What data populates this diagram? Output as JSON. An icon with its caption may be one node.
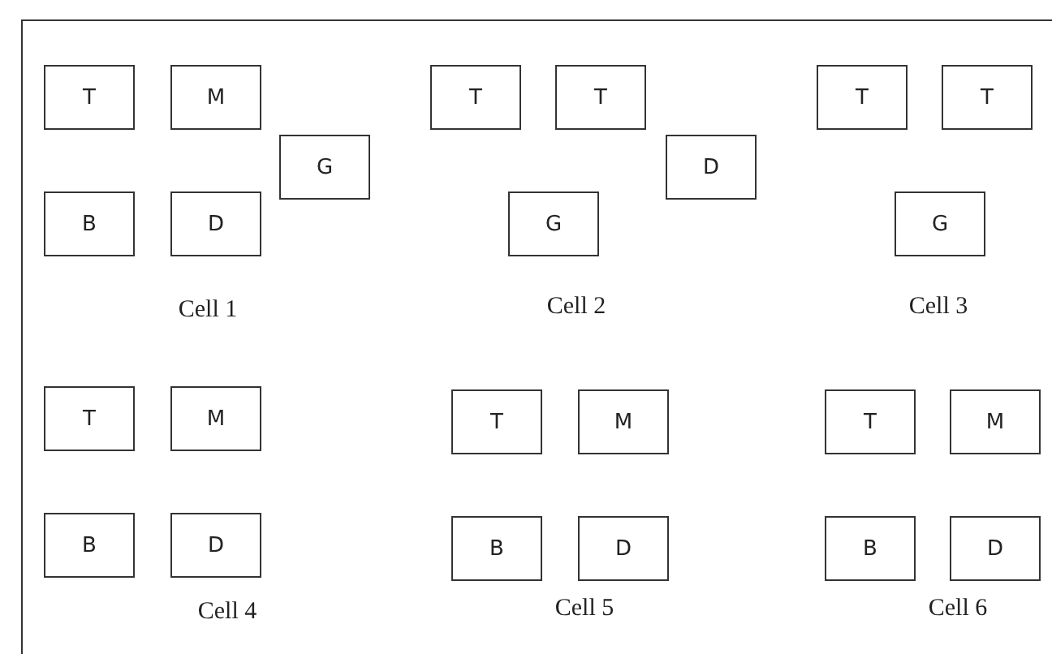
{
  "diagram": {
    "nodes": [
      {
        "text": [
          "T"
        ]
      },
      {
        "text": [
          "M"
        ]
      },
      {
        "text": [
          "G"
        ]
      },
      {
        "text": [
          "B"
        ]
      },
      {
        "text": [
          "D"
        ]
      },
      {
        "text": [
          "T"
        ]
      },
      {
        "text": [
          "T"
        ]
      },
      {
        "text": [
          "D"
        ]
      },
      {
        "text": [
          "G"
        ]
      },
      {
        "text": [
          "T"
        ]
      },
      {
        "text": [
          "T"
        ]
      },
      {
        "text": [
          "G"
        ]
      },
      {
        "text": [
          "T"
        ]
      },
      {
        "text": [
          "M"
        ]
      },
      {
        "text": [
          "B"
        ]
      },
      {
        "text": [
          "D"
        ]
      },
      {
        "text": [
          "T"
        ]
      },
      {
        "text": [
          "M"
        ]
      },
      {
        "text": [
          "B"
        ]
      },
      {
        "text": [
          "D"
        ]
      },
      {
        "text": [
          "T"
        ]
      },
      {
        "text": [
          "M"
        ]
      },
      {
        "text": [
          "B"
        ]
      },
      {
        "text": [
          "D"
        ]
      }
    ],
    "edges": [],
    "labels": [
      "Cell 1",
      "Cell 2",
      "Cell 3",
      "Cell 4",
      "Cell 5",
      "Cell 6"
    ]
  }
}
